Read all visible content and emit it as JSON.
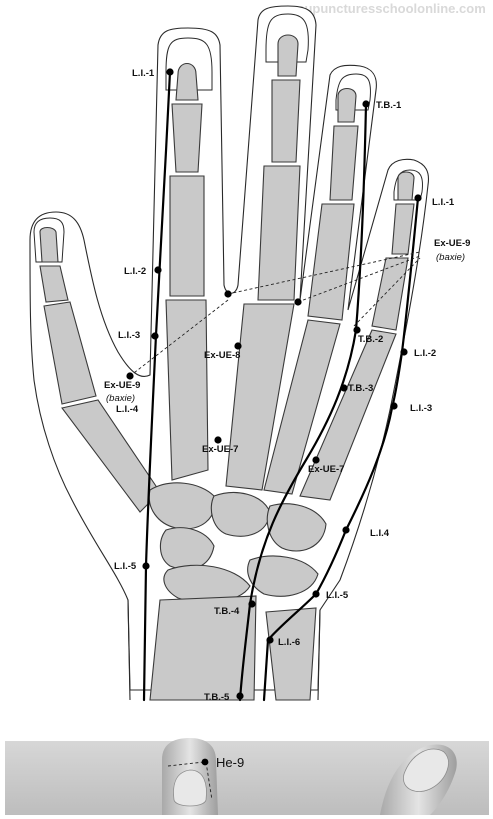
{
  "watermark": "acupuncturesschoolonline.com",
  "points": {
    "li1_top": "L.I.-1",
    "li2_left": "L.I.-2",
    "li3_left": "L.I.-3",
    "li4_left": "L.I.-4",
    "li5_left": "L.I.-5",
    "tb1": "T.B.-1",
    "tb2": "T.B.-2",
    "tb3": "T.B.-3",
    "tb4": "T.B.-4",
    "tb5": "T.B.-5",
    "li1_right": "L.I.-1",
    "li2_right": "L.I.-2",
    "li3_right": "L.I.-3",
    "li4_right": "L.I.4",
    "li5_right": "L.I.-5",
    "li6": "L.I.-6",
    "exue9_right": "Ex-UE-9",
    "exue9_right_alt": "(baxie)",
    "exue9_left": "Ex-UE-9",
    "exue9_left_alt": "(baxie)",
    "exue8": "Ex-UE-8",
    "exue7_left": "Ex-UE-7",
    "exue7_right": "Ex-UE-7"
  },
  "photo": {
    "point_label": "He-9"
  }
}
